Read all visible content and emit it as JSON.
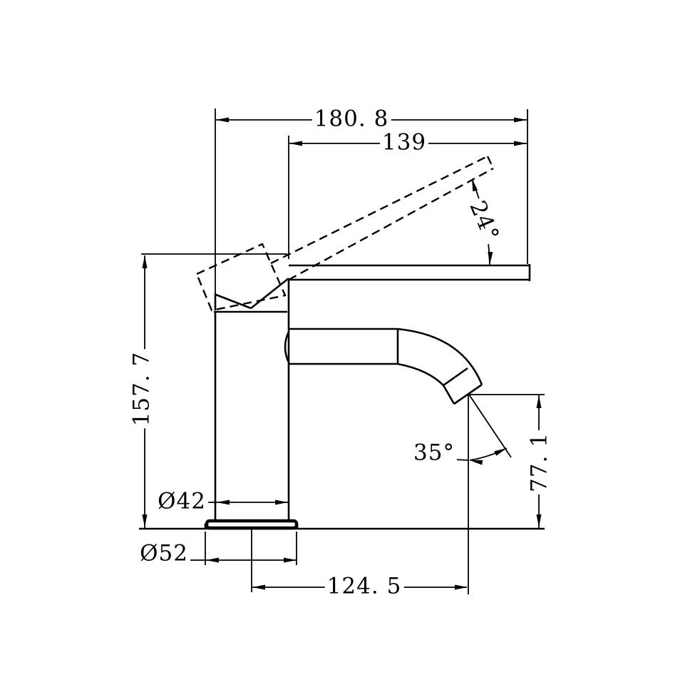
{
  "drawing": {
    "kind": "faucet-technical-dimension-drawing",
    "colors": {
      "background": "#ffffff",
      "line": "#000000"
    },
    "labels": {
      "total_reach": "180. 8",
      "spout_reach": "139",
      "handle_angle": "24°",
      "overall_height": "157. 7",
      "outlet_angle": "35°",
      "outlet_height": "77. 1",
      "body_diameter": "Ø42",
      "base_diameter": "Ø52",
      "outlet_offset": "124. 5"
    }
  }
}
